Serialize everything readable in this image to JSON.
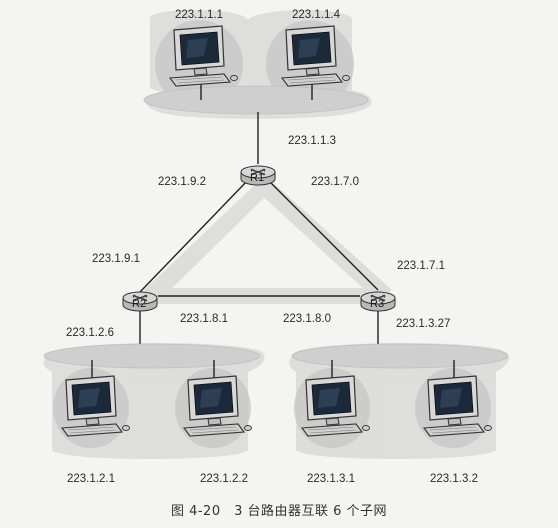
{
  "hosts": {
    "top_left": "223.1.1.1",
    "top_right": "223.1.1.4",
    "bottom_1": "223.1.2.1",
    "bottom_2": "223.1.2.2",
    "bottom_3": "223.1.3.1",
    "bottom_4": "223.1.3.2"
  },
  "routers": {
    "r1": {
      "name": "R1",
      "if_up": "223.1.1.3",
      "if_left": "223.1.9.2",
      "if_right": "223.1.7.0"
    },
    "r2": {
      "name": "R2",
      "if_up": "223.1.9.1",
      "if_right": "223.1.8.1",
      "if_down": "223.1.2.6"
    },
    "r3": {
      "name": "R3",
      "if_up": "223.1.7.1",
      "if_left": "223.1.8.0",
      "if_down": "223.1.3.27"
    }
  },
  "caption": "图 4-20　3 台路由器互联 6 个子网"
}
